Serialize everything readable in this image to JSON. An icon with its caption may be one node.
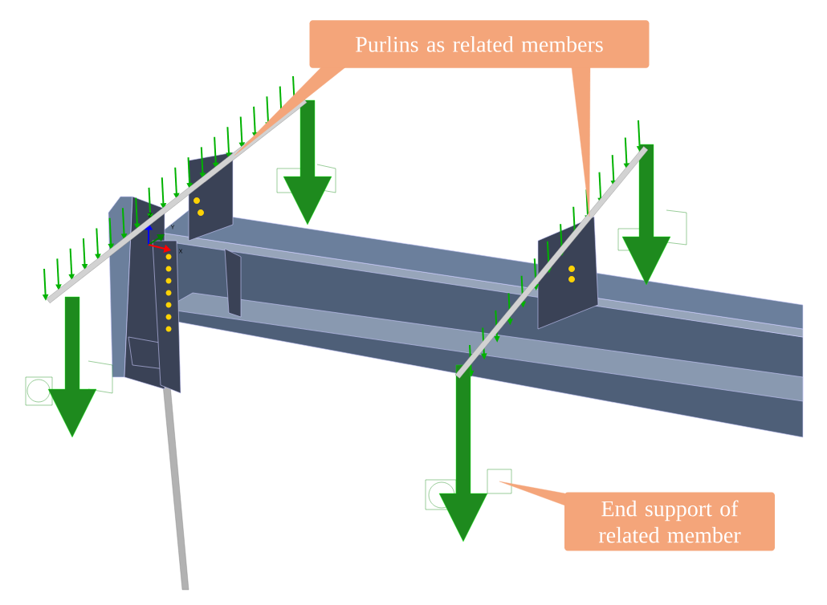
{
  "diagram": {
    "nodes": [
      {
        "text": [
          "Purlins as related members"
        ]
      },
      {
        "text": [
          "End support of related member"
        ]
      },
      {
        "text": [],
        "shape": "bar"
      },
      {
        "text": [],
        "shape": "bar"
      },
      {
        "text": [],
        "shape": "box"
      }
    ],
    "edges": [
      {
        "from": 0,
        "to": 2,
        "arrow": "none"
      },
      {
        "from": 0,
        "to": 3,
        "arrow": "none"
      },
      {
        "from": 1,
        "to": 4,
        "arrow": "none"
      }
    ],
    "labels": [
      "Z",
      "Y",
      "X"
    ]
  }
}
